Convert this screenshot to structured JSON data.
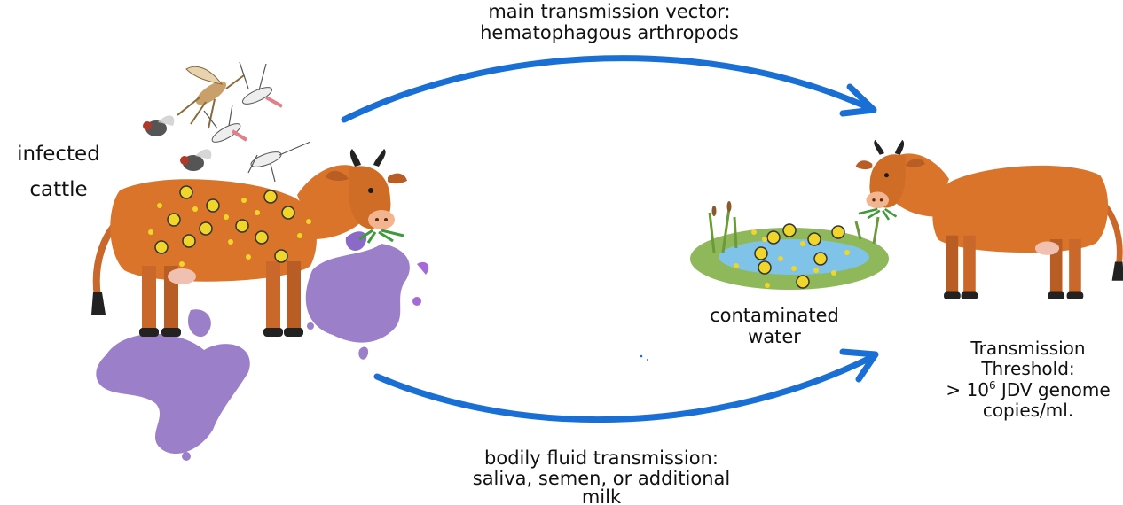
{
  "labels": {
    "infected_line1": "infected",
    "infected_line2": "cattle",
    "vector_line1": "main transmission vector:",
    "vector_line2": "hematophagous arthropods",
    "fluid_line1": "bodily fluid transmission:",
    "fluid_line2": "saliva, semen, or additional",
    "fluid_line3": "milk",
    "water_line1": "contaminated",
    "water_line2": "water",
    "threshold_line1": "Transmission",
    "threshold_line2": "Threshold:",
    "threshold_line3_prefix": "> 10",
    "threshold_exponent": "6",
    "threshold_line3_suffix": " JDV genome",
    "threshold_line4": "copies/ml."
  },
  "icons": [
    "cow-icon",
    "mosquito-icon",
    "fly-icon",
    "pond-icon",
    "fluid-splash-icon",
    "arrow-icon",
    "virus-particle-icon"
  ],
  "colors": {
    "arrow": "#1a6fd4",
    "cow_body": "#d9742a",
    "cow_dark": "#a8521a",
    "virus": "#f0d62a",
    "fluid": "#9b7fc8",
    "fluid_accent": "#a66ad8",
    "pond_water": "#7fc3e8",
    "grass": "#8fb85a"
  }
}
